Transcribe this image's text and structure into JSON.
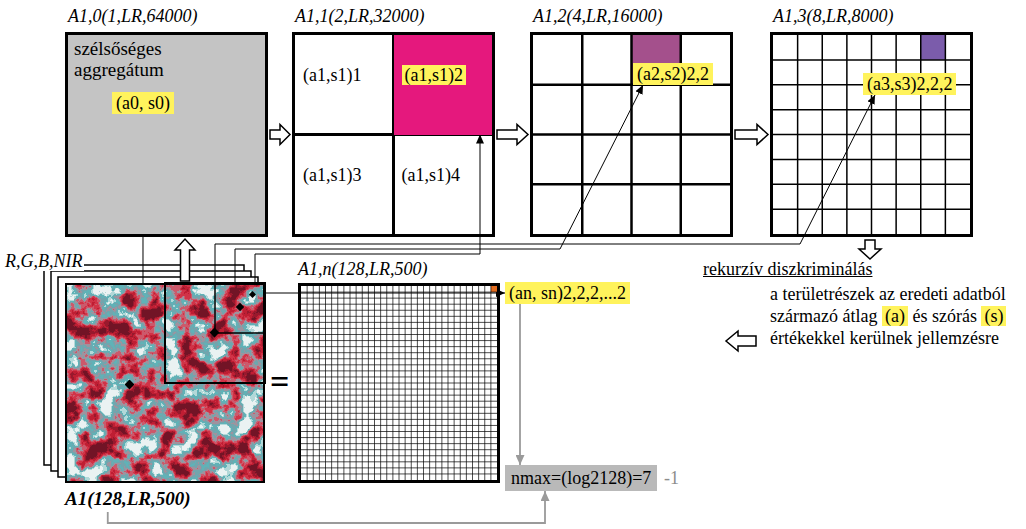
{
  "diagram": {
    "nodes": [
      {
        "text": [
          "A1,0(1,LR,64000)",
          "szélsőséges aggregátum"
        ]
      },
      {
        "text": [
          "(a0, s0)"
        ],
        "in": 0
      },
      {
        "text": [
          "A1,1(2,LR,32000)"
        ]
      },
      {
        "text": [
          "(a1,s1)1"
        ],
        "in": 2
      },
      {
        "text": [
          "(a1,s1)2"
        ],
        "in": 2
      },
      {
        "text": [
          "(a1,s1)3"
        ],
        "in": 2
      },
      {
        "text": [
          "(a1,s1)4"
        ],
        "in": 2
      },
      {
        "text": [
          "A1,2(4,LR,16000)"
        ]
      },
      {
        "text": [
          "(a2,s2)2,2"
        ],
        "in": 7
      },
      {
        "text": [
          "A1,3(8,LR,8000)"
        ]
      },
      {
        "text": [
          "(a3,s3)2,2,2"
        ],
        "in": 9
      },
      {
        "text": [
          "R,G,B,NIR",
          "A1(128,LR,500)"
        ]
      },
      {
        "text": [
          "A1,n(128,LR,500)"
        ]
      },
      {
        "text": [
          "(an, sn)2,2,2,...2"
        ]
      },
      {
        "text": [
          "nmax=(log2128)=7"
        ]
      }
    ],
    "edges": [
      {
        "from": 0,
        "to": 2,
        "arrow": "to"
      },
      {
        "from": 2,
        "to": 7,
        "arrow": "to"
      },
      {
        "from": 7,
        "to": 9,
        "arrow": "to"
      },
      {
        "from": 11,
        "to": 0,
        "arrow": "to"
      },
      {
        "from": 11,
        "to": 1,
        "arrow": "to"
      },
      {
        "from": 11,
        "to": 4,
        "arrow": "to"
      },
      {
        "from": 11,
        "to": 8,
        "arrow": "to"
      },
      {
        "from": 11,
        "to": 10,
        "arrow": "to"
      },
      {
        "from": 11,
        "to": 13,
        "arrow": "to"
      },
      {
        "from": 13,
        "to": 14,
        "arrow": "to"
      },
      {
        "from": 11,
        "to": 14,
        "arrow": "to"
      }
    ],
    "labels": [
      "=",
      "rekurzív diszkriminálás",
      "a területrészek az eredeti adatból származó átlag",
      "(a)",
      "és szórás",
      "(s)",
      "értékekkel kerülnek jellemzésre",
      "-1"
    ]
  }
}
